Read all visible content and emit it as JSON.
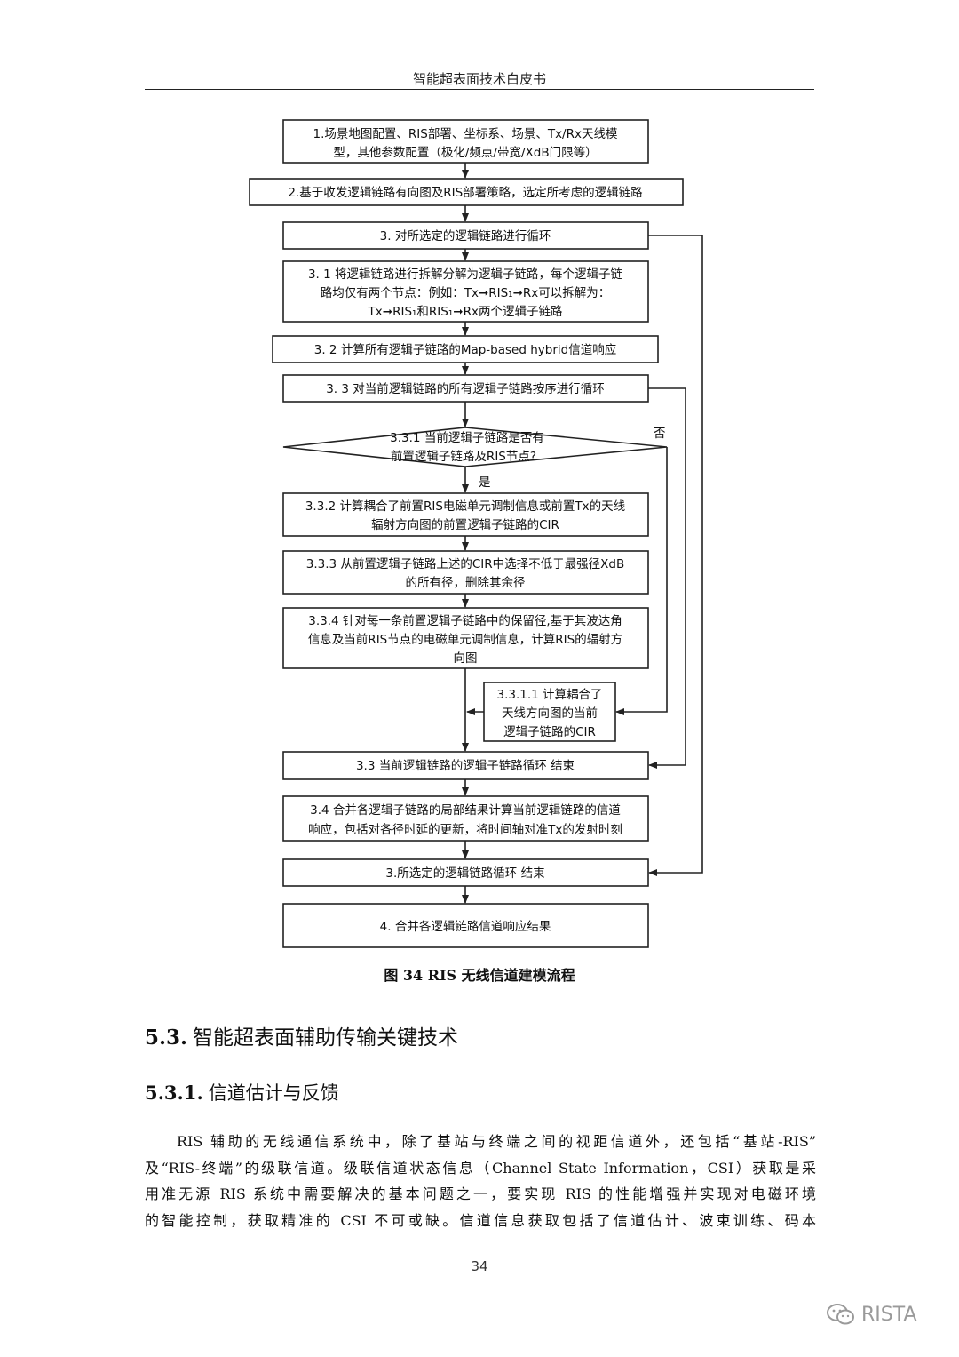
{
  "header": {
    "title": "智能超表面技术白皮书"
  },
  "flow": {
    "box1": [
      "1.场景地图配置、RIS部署、坐标系、场景、Tx/Rx天线模",
      "型，其他参数配置（极化/频点/带宽/XdB门限等）"
    ],
    "box2": "2.基于收发逻辑链路有向图及RIS部署策略，选定所考虑的逻辑链路",
    "box3": "3. 对所选定的逻辑链路进行循环",
    "box31": [
      "3. 1 将逻辑链路进行拆解分解为逻辑子链路，每个逻辑子链",
      "路均仅有两个节点：例如：Tx➞RIS₁➞Rx可以拆解为：",
      "Tx➞RIS₁和RIS₁➞Rx两个逻辑子链路"
    ],
    "box32": "3. 2  计算所有逻辑子链路的Map-based hybrid信道响应",
    "box33": "3. 3  对当前逻辑链路的所有逻辑子链路按序进行循环",
    "diamond": [
      "3.3.1 当前逻辑子链路是否有",
      "前置逻辑子链路及RIS节点?"
    ],
    "no_label": "否",
    "yes_label": "是",
    "box332": [
      "3.3.2 计算耦合了前置RIS电磁单元调制信息或前置Tx的天线",
      "辐射方向图的前置逻辑子链路的CIR"
    ],
    "box333": [
      "3.3.3 从前置逻辑子链路上述的CIR中选择不低于最强径XdB",
      "的所有径，删除其余径"
    ],
    "box334": [
      "3.3.4 针对每一条前置逻辑子链路中的保留径,基于其波达角",
      "信息及当前RIS节点的电磁单元调制信息，计算RIS的辐射方",
      "向图"
    ],
    "box3311": [
      "3.3.1.1  计算耦合了",
      "天线方向图的当前",
      "逻辑子链路的CIR"
    ],
    "box33end": "3.3 当前逻辑链路的逻辑子链路循环 结束",
    "box34": [
      "3.4 合并各逻辑子链路的局部结果计算当前逻辑链路的信道",
      "响应，包括对各径时延的更新，将时间轴对准Tx的发射时刻"
    ],
    "box3end": "3.所选定的逻辑链路循环 结束",
    "box4": "4. 合并各逻辑链路信道响应结果"
  },
  "caption": "图  34 RIS 无线信道建模流程",
  "section": {
    "num": "5.3.",
    "title": "智能超表面辅助传输关键技术"
  },
  "subsection": {
    "num": "5.3.1.",
    "title": "信道估计与反馈"
  },
  "paragraph": [
    "RIS 辅助的无线通信系统中，除了基站与终端之间的视距信道外，还包括“基站-RIS”",
    "及“RIS-终端”的级联信道。级联信道状态信息（Channel State Information，CSI）获取是采",
    "用准无源 RIS 系统中需要解决的基本问题之一，要实现 RIS 的性能增强并实现对电磁环境",
    "的智能控制，获取精准的 CSI 不可或缺。信道信息获取包括了信道估计、波束训练、码本"
  ],
  "page_number": "34",
  "watermark": "RISTA"
}
